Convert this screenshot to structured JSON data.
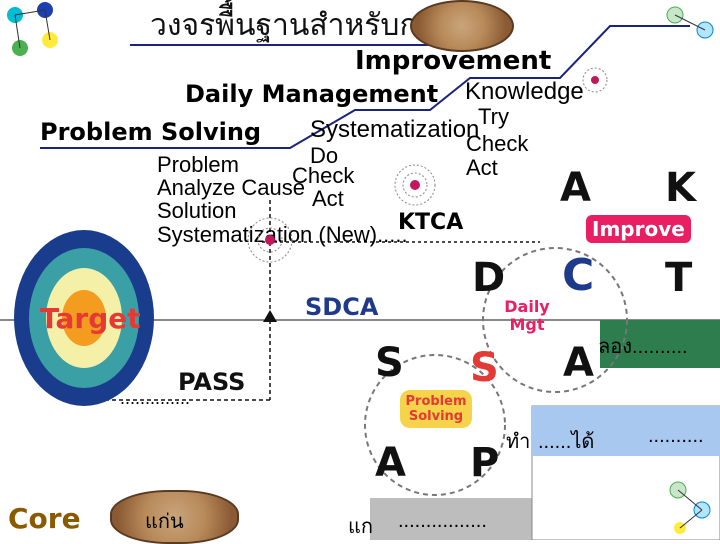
{
  "title": "วงจรพืื้นฐานสำหรับการ",
  "title_suffix": "ฦ",
  "improvement_label": "Improvement",
  "daily_management_label": "Daily Management",
  "knowledge_label": "Knowledge",
  "problem_solving_label": "Problem Solving",
  "systematization_label": "Systematization",
  "try_label": "Try",
  "check_label_top": "Check",
  "do_label": "Do",
  "act_label_right": "Act",
  "check_label_mid": "Check",
  "act_label_mid": "Act",
  "steps": [
    "Problem",
    "Analyze Cause",
    "Solution",
    "Systematization (New)....."
  ],
  "ktca_label": "KTCA",
  "target_label": "Target",
  "sdca_label": "SDCA",
  "pass_label": "PASS",
  "pass_dots": "..............",
  "core_label": "Core",
  "core_thai": "แก่น",
  "improve_label": "Improve",
  "daily_mgt_label": "Daily Mgt",
  "problem_solving_small": "Problem Solving",
  "cycle_letters": {
    "A_top": "A",
    "K_top": "K",
    "C": "C",
    "T": "T",
    "D": "D",
    "S_left": "S",
    "S_mid": "S",
    "A_mid": "A",
    "A_bottom": "A",
    "P": "P"
  },
  "try_box_label": "ลอง..........",
  "do_box_label": "ทำ",
  "get_box_label": "......ได้",
  "dots_box_label": "..........",
  "fix_label": "แก",
  "fix_dots": "................",
  "colors": {
    "green_box": "#2e7d4f",
    "light_blue_box": "#a8c8f0",
    "gray_box": "#bdbdbd",
    "target_outer": "#1a3c8c",
    "target_mid": "#3aa0a6",
    "target_inner": "#f5f0a8",
    "target_center": "#f39c1f"
  }
}
